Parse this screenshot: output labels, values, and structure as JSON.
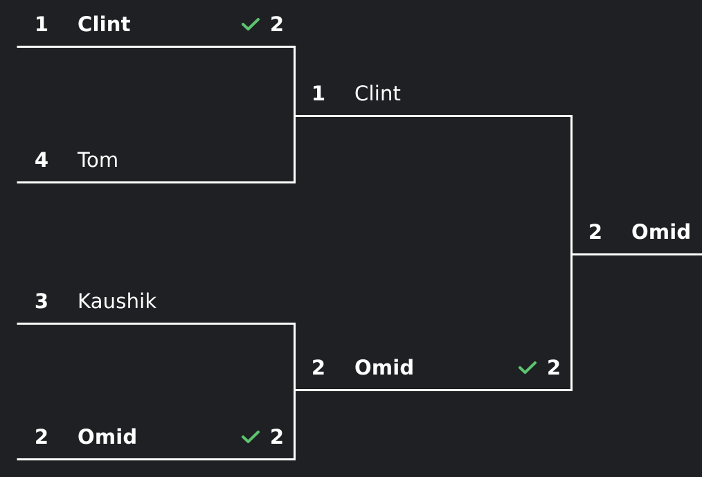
{
  "colors": {
    "background": "#1f2023",
    "text": "#ffffff",
    "line": "#ffffff",
    "check": "#5cc36f"
  },
  "rounds": [
    {
      "matches": [
        {
          "entries": [
            {
              "seed": "1",
              "name": "Clint",
              "winner": true,
              "check_icon": "check-icon",
              "score": "2"
            },
            {
              "seed": "4",
              "name": "Tom",
              "winner": false
            }
          ]
        },
        {
          "entries": [
            {
              "seed": "3",
              "name": "Kaushik",
              "winner": false
            },
            {
              "seed": "2",
              "name": "Omid",
              "winner": true,
              "check_icon": "check-icon",
              "score": "2"
            }
          ]
        }
      ]
    },
    {
      "matches": [
        {
          "entries": [
            {
              "seed": "1",
              "name": "Clint",
              "winner": false
            },
            {
              "seed": "2",
              "name": "Omid",
              "winner": true,
              "check_icon": "check-icon",
              "score": "2"
            }
          ]
        }
      ]
    },
    {
      "champion": {
        "seed": "2",
        "name": "Omid"
      }
    }
  ]
}
